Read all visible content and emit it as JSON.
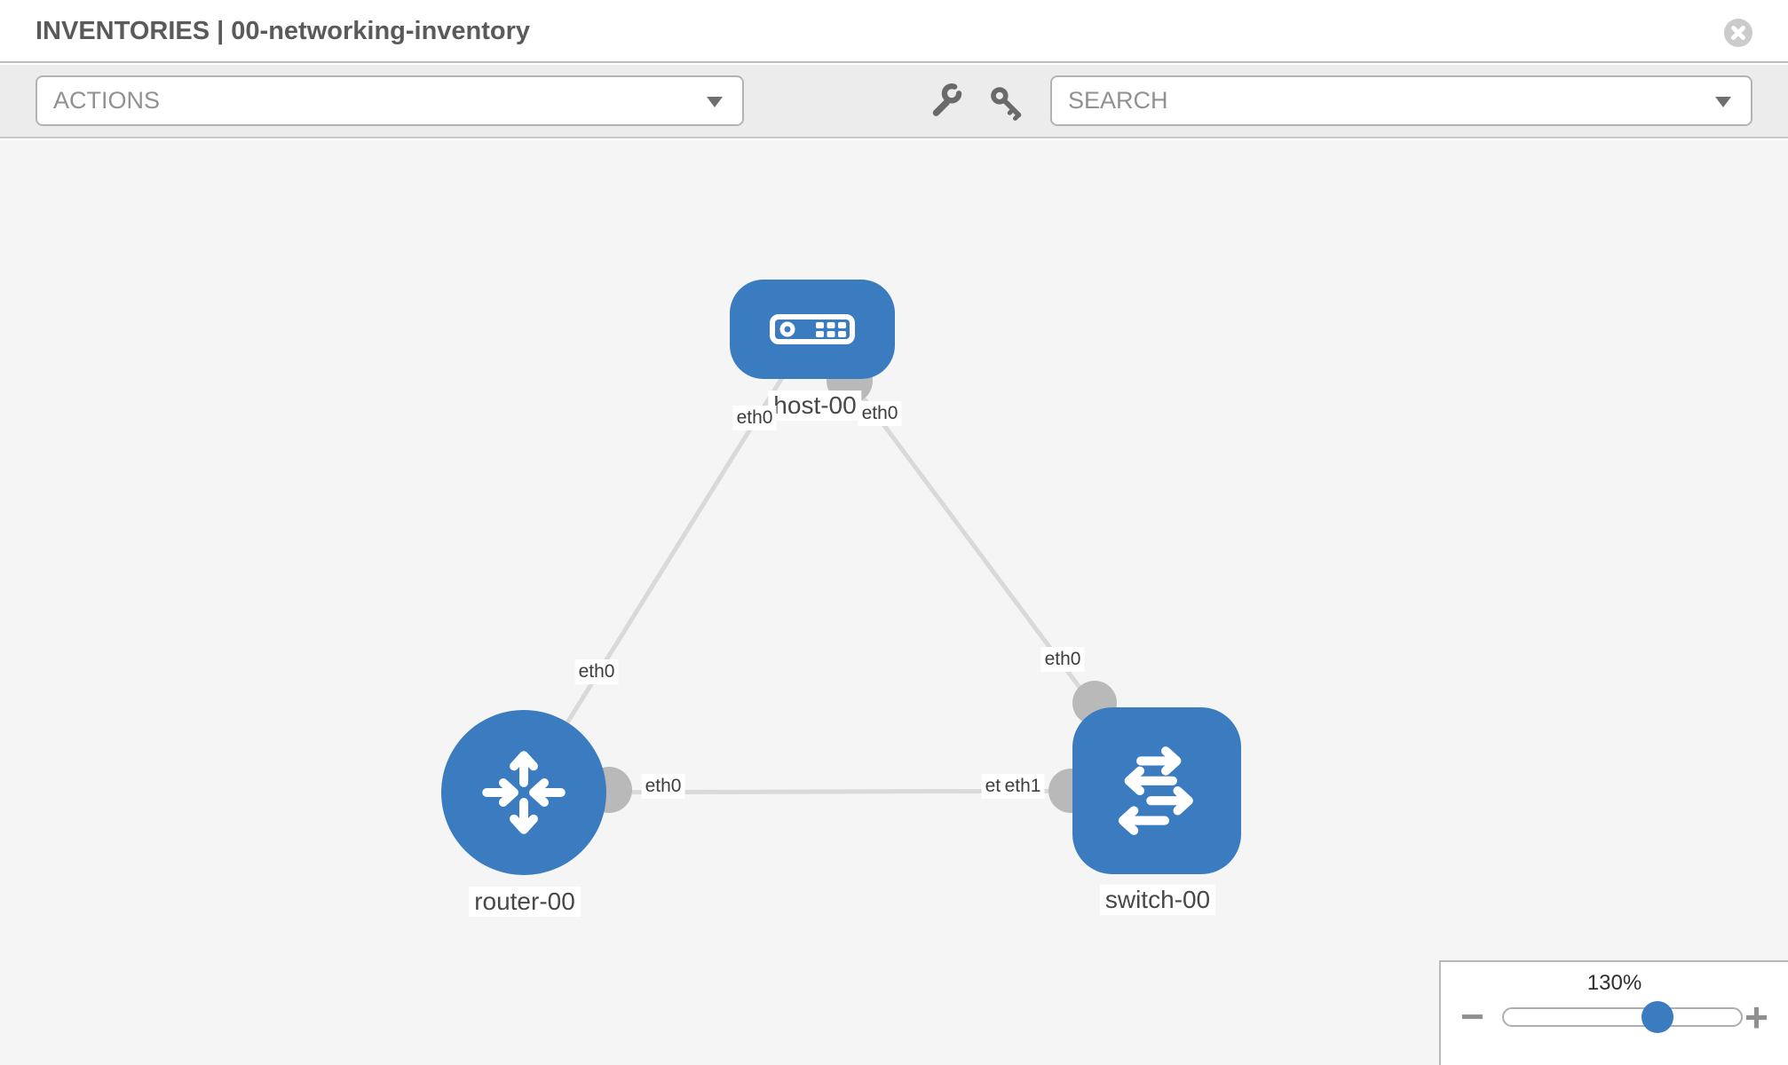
{
  "header": {
    "title": "INVENTORIES | 00-networking-inventory"
  },
  "toolbar": {
    "actions_label": "ACTIONS",
    "search_label": "SEARCH"
  },
  "diagram": {
    "nodes": [
      {
        "id": "host-00",
        "label": "host-00",
        "type": "host"
      },
      {
        "id": "router-00",
        "label": "router-00",
        "type": "router"
      },
      {
        "id": "switch-00",
        "label": "switch-00",
        "type": "switch"
      }
    ],
    "links": [
      {
        "from": "router-00",
        "to": "host-00",
        "from_interface": "eth0",
        "to_interface": "eth0"
      },
      {
        "from": "host-00",
        "to": "switch-00",
        "from_interface": "eth0",
        "to_interface": "eth0"
      },
      {
        "from": "router-00",
        "to": "switch-00",
        "from_interface": "eth0",
        "to_interface": "eth1"
      }
    ],
    "iface_labels": {
      "l1_host": "eth0",
      "l2_host": "eth0",
      "l1_mid": "eth0",
      "l2_mid": "eth0",
      "l3_router": "eth0",
      "l3_switch_under": "eth0",
      "l3_switch": "eth1"
    }
  },
  "zoom_control": {
    "level": "130%",
    "percent": 130,
    "minus_label": "−",
    "plus_label": "+"
  },
  "colors": {
    "node-blue": "#3a7cbf",
    "link-gray": "#d9d9d9",
    "connector-gray": "#b9b9b9",
    "canvas-bg": "#f5f5f5",
    "toolbar-bg": "#ececec",
    "header-text": "#5a5a5a",
    "muted-text": "#919191",
    "label-text": "#3d3d3d",
    "border-gray": "#b3b3b3",
    "close-gray": "#cbcbcb",
    "slider-border": "#aeaeae",
    "zoom-text": "#2e2e2e"
  }
}
